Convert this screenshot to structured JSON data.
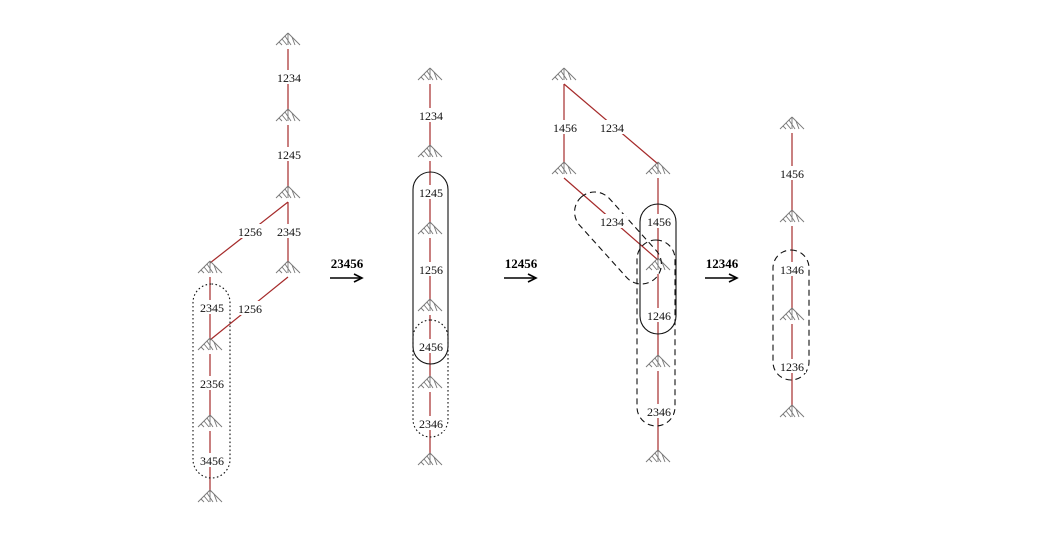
{
  "steps": [
    {
      "label": "23456"
    },
    {
      "label": "12456"
    },
    {
      "label": "12346"
    }
  ],
  "diagrams": [
    {
      "edges": [
        {
          "label": "1234"
        },
        {
          "label": "1245"
        },
        {
          "label": "1256"
        },
        {
          "label": "2345"
        },
        {
          "label": "1256"
        },
        {
          "label": "2345"
        },
        {
          "label": "2356"
        },
        {
          "label": "3456"
        }
      ]
    },
    {
      "edges": [
        {
          "label": "1234"
        },
        {
          "label": "1245"
        },
        {
          "label": "1256"
        },
        {
          "label": "2456"
        },
        {
          "label": "2346"
        }
      ]
    },
    {
      "edges": [
        {
          "label": "1456"
        },
        {
          "label": "1234"
        },
        {
          "label": "1234"
        },
        {
          "label": "1456"
        },
        {
          "label": "1246"
        },
        {
          "label": "2346"
        }
      ]
    },
    {
      "edges": [
        {
          "label": "1456"
        },
        {
          "label": "1346"
        },
        {
          "label": "1236"
        }
      ]
    }
  ]
}
